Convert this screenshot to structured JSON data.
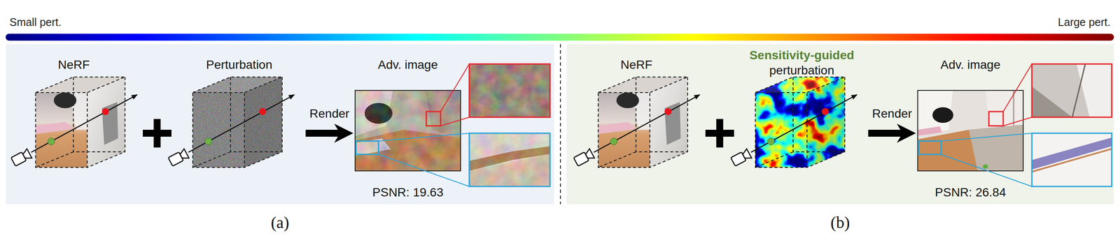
{
  "diagram": {
    "nodes": [
      {
        "text": [
          "(a)"
        ]
      },
      {
        "text": [
          "NeRF"
        ],
        "in": 0
      },
      {
        "text": [
          "Perturbation"
        ],
        "in": 0
      },
      {
        "text": [
          "Adv. image",
          "PSNR: 19.63"
        ],
        "in": 0
      },
      {
        "text": [
          "(b)"
        ]
      },
      {
        "text": [
          "NeRF"
        ],
        "in": 4
      },
      {
        "text": [
          "Sensitivity-guided",
          "perturbation"
        ],
        "in": 4
      },
      {
        "text": [
          "Adv. image",
          "PSNR: 26.84"
        ],
        "in": 4
      }
    ],
    "edges": [
      {
        "from": 2,
        "to": 3,
        "label": "Render",
        "arrow": "to"
      },
      {
        "from": 6,
        "to": 7,
        "label": "Render",
        "arrow": "to"
      }
    ],
    "labels": [
      "Small pert.",
      "Large pert."
    ]
  }
}
